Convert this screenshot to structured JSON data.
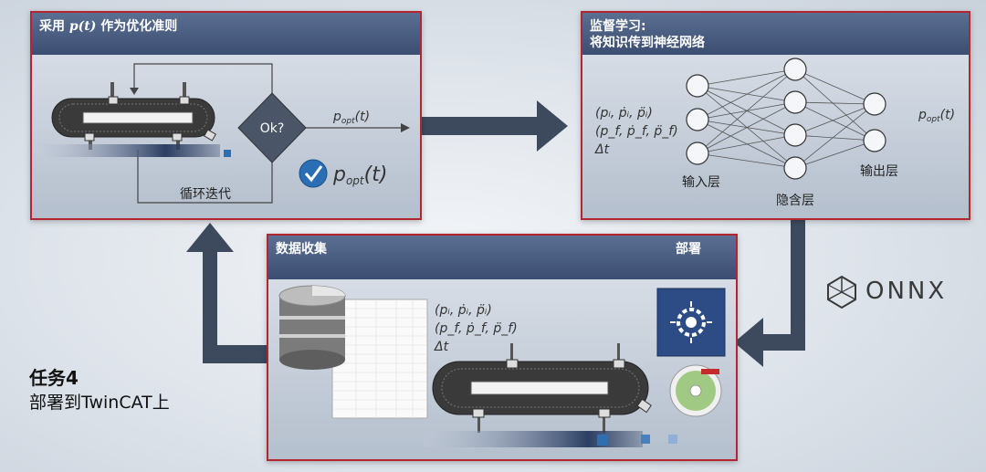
{
  "panel1": {
    "title_pre": "采用 ",
    "title_math": "p(t)",
    "title_post": " 作为优化准则",
    "decision_label": "Ok?",
    "arrow_label": "p_opt(t)",
    "check_label": "p_opt(t)",
    "loop_label": "循环迭代"
  },
  "panel2": {
    "title_line1": "监督学习:",
    "title_line2": "将知识传到神经网络",
    "input_params": [
      "(pᵢ, ṗᵢ, p̈ᵢ)",
      "(p_f, ṗ_f, p̈_f)",
      "Δt"
    ],
    "output_label": "p_opt(t)",
    "input_layer": "输入层",
    "hidden_layer": "隐含层",
    "output_layer": "输出层"
  },
  "panel3": {
    "title_left": "数据收集",
    "title_right": "部署",
    "params": [
      "(pᵢ, ṗᵢ, p̈ᵢ)",
      "(p_f, ṗ_f, p̈_f)",
      "Δt"
    ]
  },
  "onnx": {
    "label": "ONNX"
  },
  "task": {
    "title": "任务4",
    "subtitle": "部署到TwinCAT上"
  },
  "colors": {
    "border": "#b3262e",
    "header": "#3b4e71",
    "arrow": "#3d4a5e",
    "check": "#2a6fb5"
  }
}
